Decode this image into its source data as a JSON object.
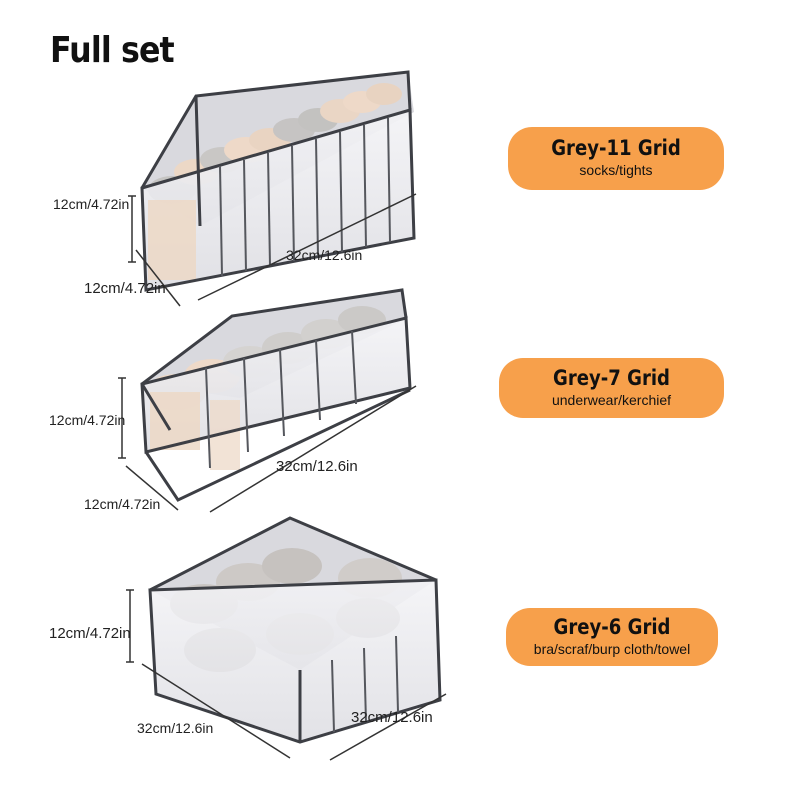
{
  "title": "Full set",
  "colors": {
    "pill": "#f7a04b",
    "frame": "#3d3f45",
    "mesh": "#e8e8ec",
    "cloth_beige": "#ecd8c6",
    "cloth_grey": "#c6c4c2"
  },
  "products": [
    {
      "name": "Grey-11 Grid",
      "use": "socks/tights",
      "dims": {
        "height": "12cm/4.72in",
        "width": "12cm/4.72in",
        "length": "32cm/12.6in"
      }
    },
    {
      "name": "Grey-7 Grid",
      "use": "underwear/kerchief",
      "dims": {
        "height": "12cm/4.72in",
        "width": "12cm/4.72in",
        "length": "32cm/12.6in"
      }
    },
    {
      "name": "Grey-6 Grid",
      "use": "bra/scraf/burp cloth/towel",
      "dims": {
        "height": "12cm/4.72in",
        "width": "32cm/12.6in",
        "length": "32cm/12.6in"
      }
    }
  ]
}
